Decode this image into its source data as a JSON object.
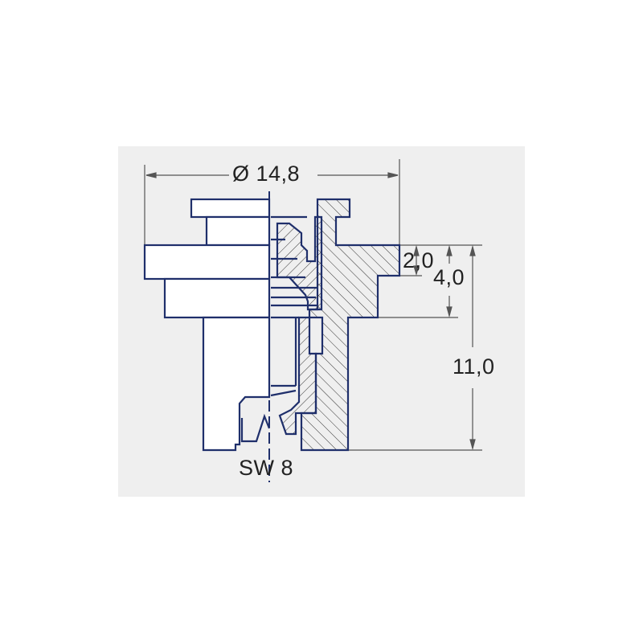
{
  "figure": {
    "title": "Nozzle cross-section technical drawing",
    "background_color": "#efefef",
    "outline_color": "#1f2f6b",
    "dimension_line_color": "#555555",
    "hatch_color": "#333333"
  },
  "dimensions": {
    "diameter": {
      "label": "Ø 14,8",
      "value": 14.8,
      "unit": "mm",
      "orientation": "horizontal"
    },
    "flange_thickness": {
      "label": "2,0",
      "value": 2.0,
      "unit": "mm",
      "orientation": "vertical"
    },
    "upper_height": {
      "label": "4,0",
      "value": 4.0,
      "unit": "mm",
      "orientation": "vertical"
    },
    "total_height": {
      "label": "11,0",
      "value": 11.0,
      "unit": "mm",
      "orientation": "vertical"
    },
    "wrench_size": {
      "label": "SW 8",
      "value": 8,
      "unit": "mm",
      "orientation": "horizontal"
    }
  }
}
